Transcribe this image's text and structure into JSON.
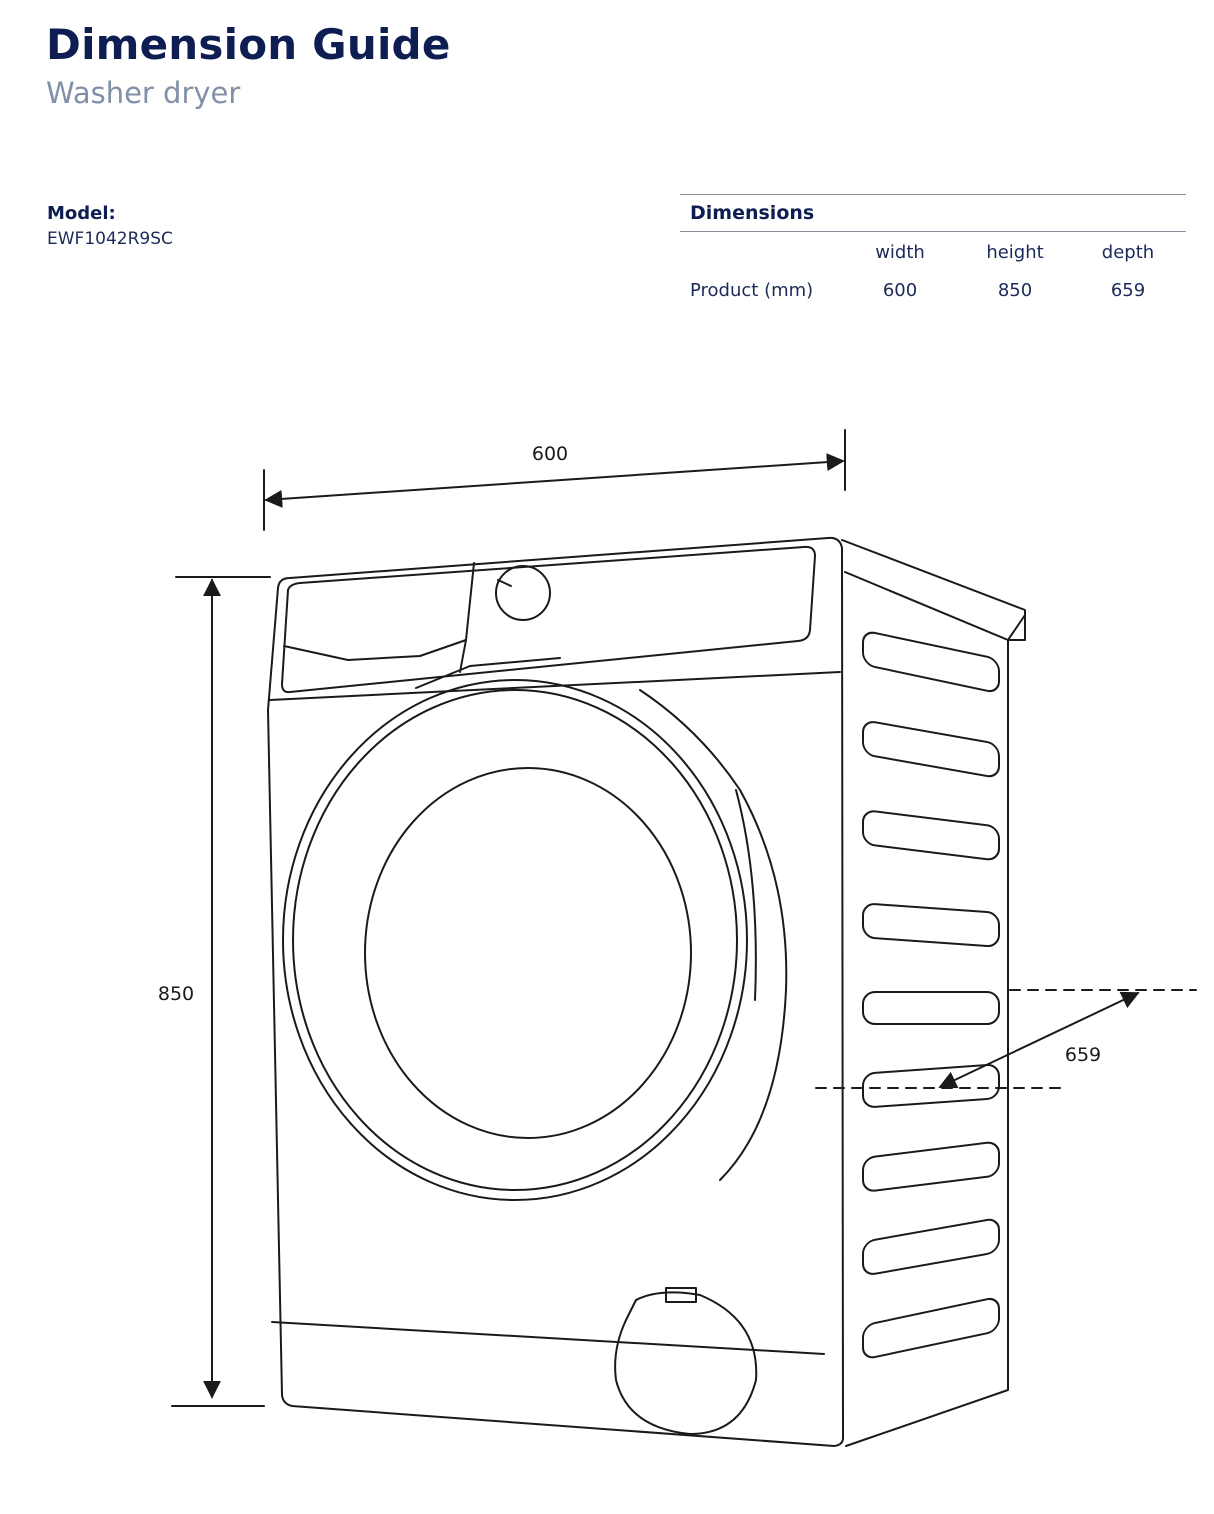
{
  "header": {
    "title": "Dimension Guide",
    "subtitle": "Washer dryer"
  },
  "model": {
    "label": "Model:",
    "value": "EWF1042R9SC"
  },
  "dimensions_table": {
    "heading": "Dimensions",
    "columns": [
      "width",
      "height",
      "depth"
    ],
    "rows": [
      {
        "label": "Product (mm)",
        "values": [
          "600",
          "850",
          "659"
        ]
      }
    ]
  },
  "drawing": {
    "width_label": "600",
    "height_label": "850",
    "depth_label": "659",
    "line_color": "#1a1a1a"
  },
  "colors": {
    "brand_navy": "#0f1e52",
    "subtitle_gray": "#8190a6"
  }
}
